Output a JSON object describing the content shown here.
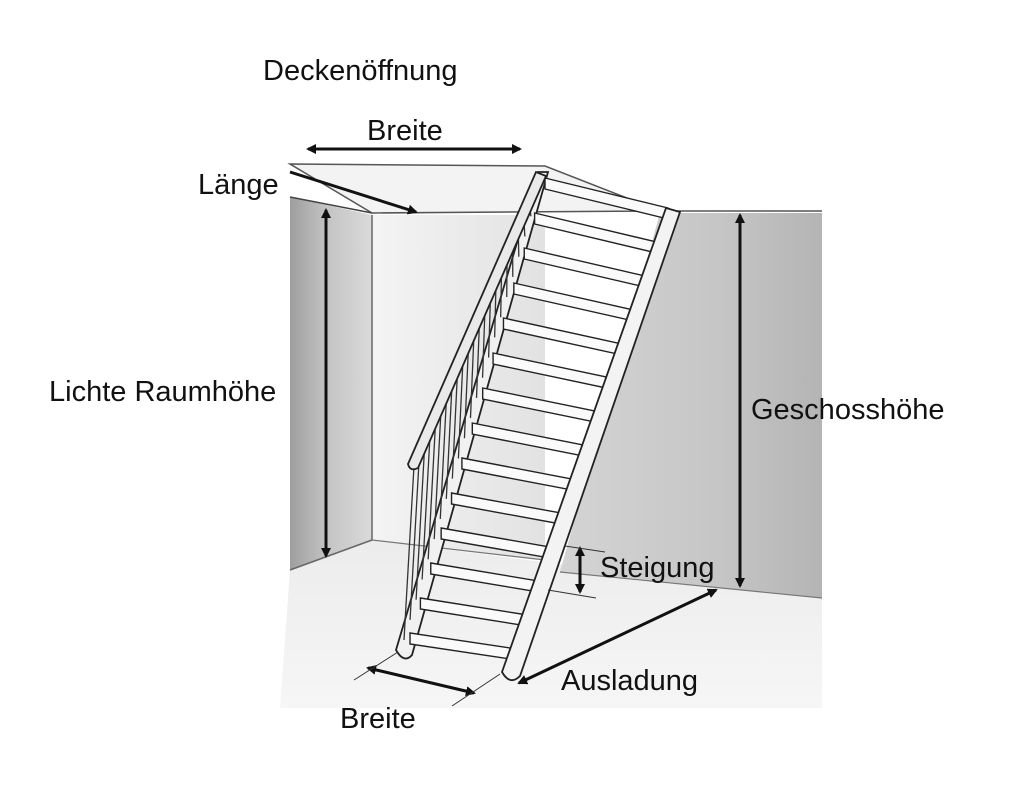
{
  "labels": {
    "opening": "Deckenöffnung",
    "opening_width": "Breite",
    "opening_length": "Länge",
    "clear_height": "Lichte Raumhöhe",
    "floor_height": "Geschosshöhe",
    "rise": "Steigung",
    "run": "Ausladung",
    "stair_width": "Breite"
  },
  "colors": {
    "ink": "#111111",
    "wall_light": "#e6e6e6",
    "wall_mid": "#cfcfcf",
    "wall_dark": "#a9a9a9",
    "stringer": "#f2f2f2"
  },
  "icons": [
    "dimension-arrow"
  ]
}
